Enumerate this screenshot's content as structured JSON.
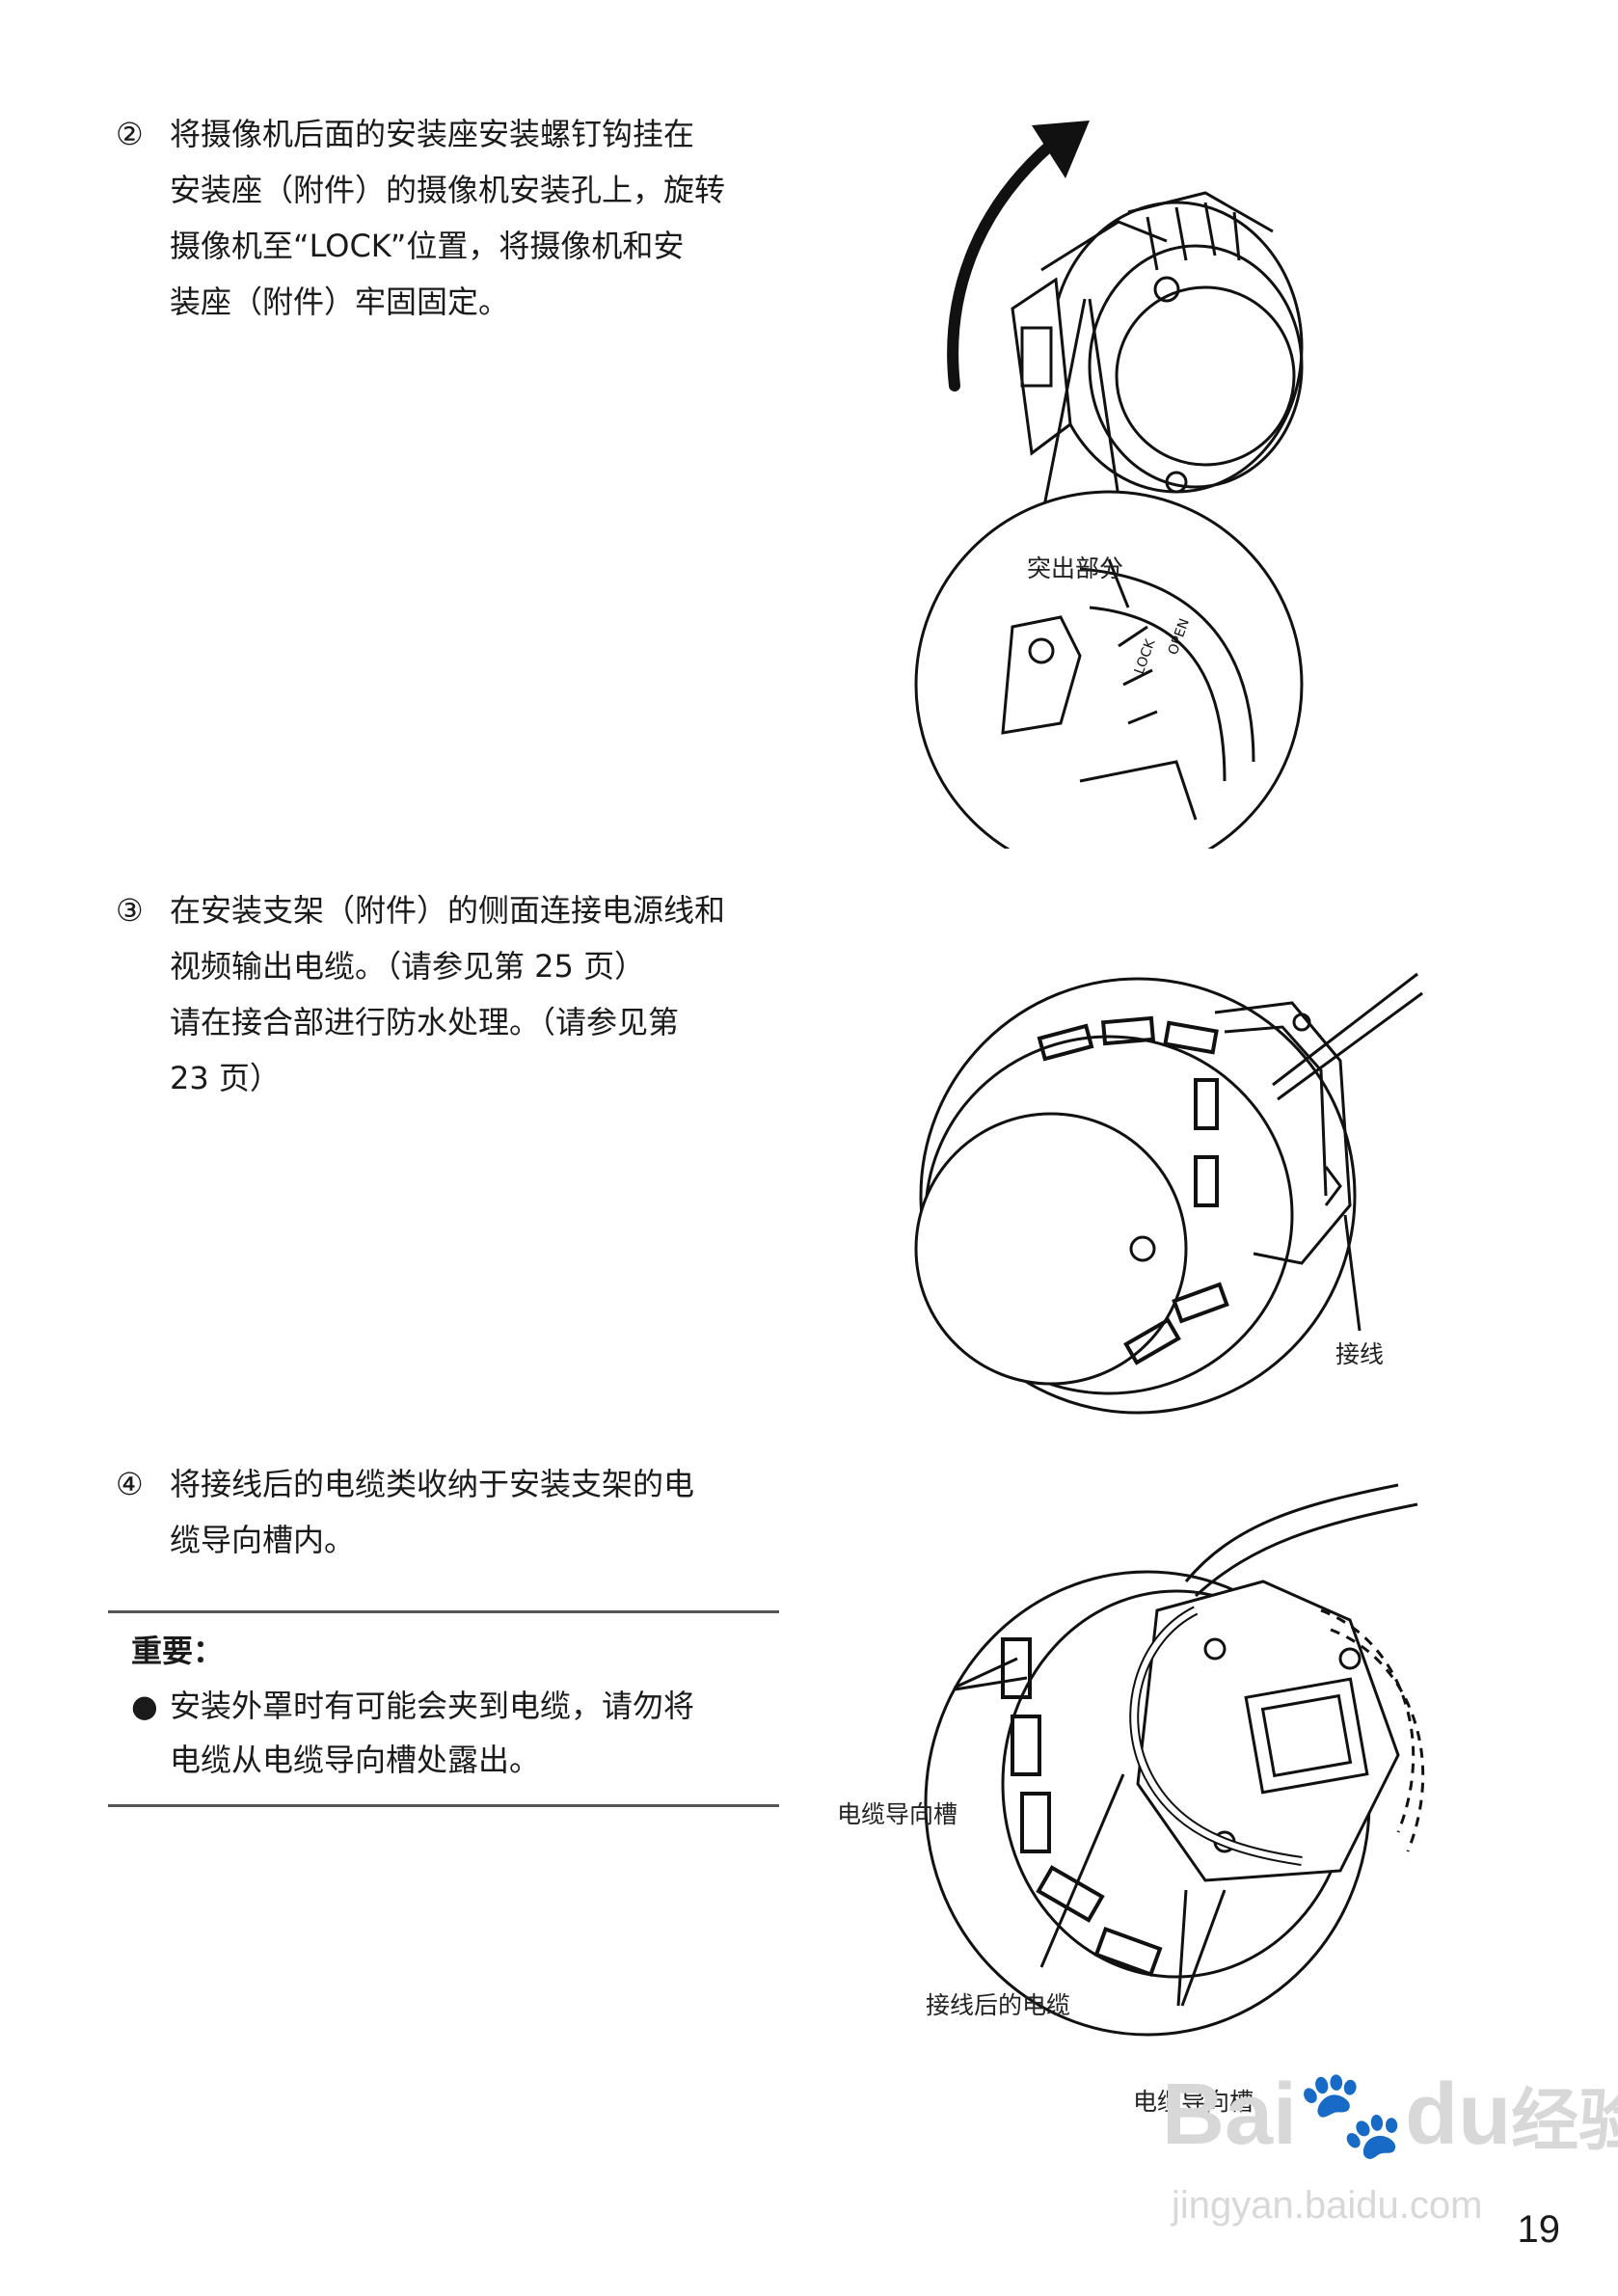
{
  "steps": [
    {
      "num": "②",
      "lines": [
        "将摄像机后面的安装座安装螺钉钩挂在",
        "安装座（附件）的摄像机安装孔上，旋转",
        "摄像机至“LOCK”位置，将摄像机和安",
        "装座（附件）牢固固定。"
      ]
    },
    {
      "num": "③",
      "lines": [
        "在安装支架（附件）的侧面连接电源线和",
        "视频输出电缆。（请参见第 25 页）",
        "请在接合部进行防水处理。（请参见第",
        "23 页）"
      ]
    },
    {
      "num": "④",
      "lines": [
        "将接线后的电缆类收纳于安装支架的电",
        "缆导向槽内。"
      ]
    }
  ],
  "important": {
    "title": "重要：",
    "bullet": "●",
    "lines": [
      "安装外罩时有可能会夹到电缆，请勿将",
      "电缆从电缆导向槽处露出。"
    ]
  },
  "figure1": {
    "callout": "突出部分",
    "lock_label": "LOCK",
    "open_label": "OPEN"
  },
  "figure2": {
    "callout": "接线"
  },
  "figure3": {
    "callout_left": "电缆导向槽",
    "callout_middle": "接线后的电缆",
    "callout_bottom": "电缆导向槽"
  },
  "page_number": "19",
  "watermark": {
    "brand": "Bai",
    "brand2": "du",
    "brand_cn": "经验",
    "url": "jingyan.baidu.com"
  }
}
